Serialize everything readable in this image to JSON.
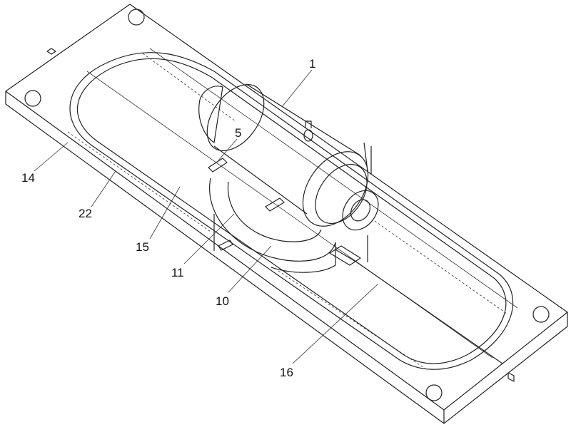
{
  "figure": {
    "labels": {
      "l1": "1",
      "l5": "5",
      "l14": "14",
      "l22": "22",
      "l15": "15",
      "l11": "11",
      "l10": "10",
      "l16": "16"
    },
    "colors": {
      "line": "#222222",
      "background": "#ffffff"
    }
  }
}
